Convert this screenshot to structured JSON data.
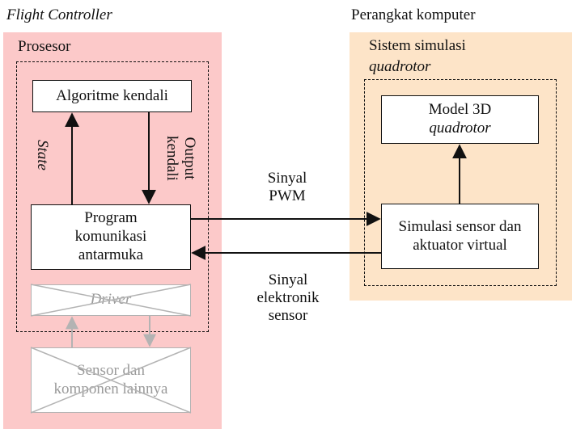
{
  "colors": {
    "flight_controller_panel": "#fcc9c9",
    "computer_panel": "#fde4c8",
    "line": "#111111",
    "disabled_line": "#b3b3b3",
    "disabled_text": "#9a9a9a"
  },
  "flight_controller": {
    "title": "Flight Controller",
    "processor_label": "Prosesor",
    "algorithm_box": "Algoritme kendali",
    "state_label": "State",
    "output_label_line1": "Output",
    "output_label_line2": "kendali",
    "interface_box": {
      "line1": "Program",
      "line2": "komunikasi",
      "line3": "antarmuka"
    },
    "driver_box": "Driver",
    "sensor_box": {
      "line1": "Sensor dan",
      "line2": "komponen lainnya"
    }
  },
  "computer": {
    "title": "Perangkat komputer",
    "sim_system_line1": "Sistem simulasi",
    "sim_system_line2": "quadrotor",
    "model_box": {
      "line1": "Model 3D",
      "line2": "quadrotor"
    },
    "sim_box": {
      "line1": "Simulasi sensor dan",
      "line2": "aktuator virtual"
    }
  },
  "signals": {
    "pwm_line1": "Sinyal",
    "pwm_line2": "PWM",
    "sensor_line1": "Sinyal",
    "sensor_line2": "elektronik",
    "sensor_line3": "sensor"
  }
}
